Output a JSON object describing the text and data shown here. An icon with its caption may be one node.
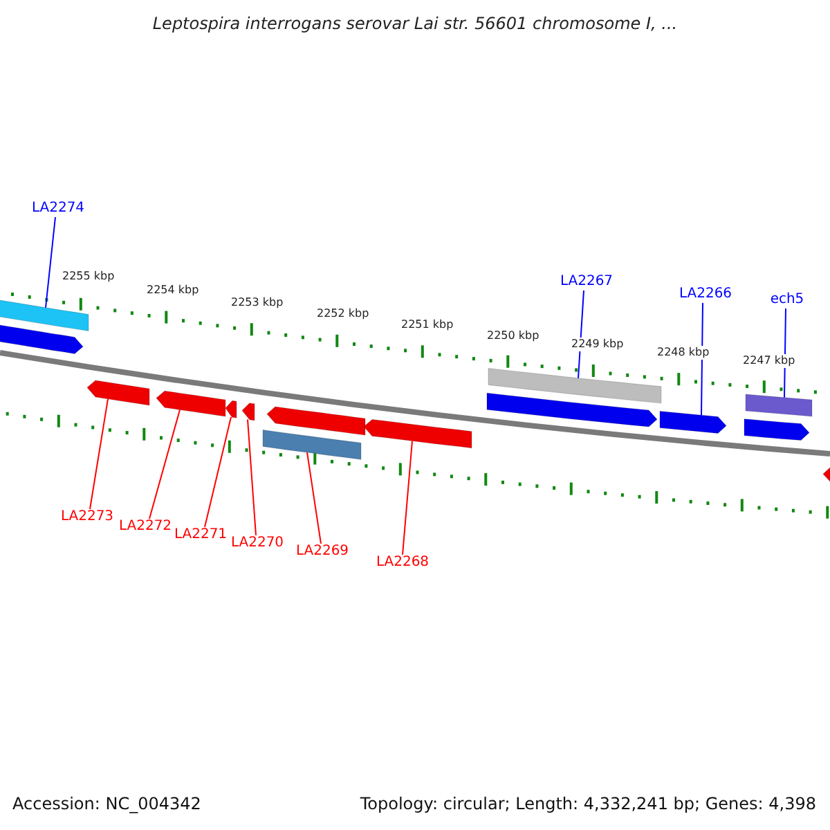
{
  "diagram": {
    "title": "Leptospira interrogans serovar Lai str. 56601 chromosome I, ...",
    "nodes": [
      {
        "text": [
          "LA2274"
        ]
      },
      {
        "text": [
          "LA2267"
        ]
      },
      {
        "text": [
          "LA2266"
        ]
      },
      {
        "text": [
          "ech5"
        ]
      },
      {
        "text": [
          "LA2273"
        ]
      },
      {
        "text": [
          "LA2272"
        ]
      },
      {
        "text": [
          "LA2271"
        ]
      },
      {
        "text": [
          "LA2270"
        ]
      },
      {
        "text": [
          "LA2269"
        ]
      },
      {
        "text": [
          "LA2268"
        ]
      },
      {
        "text": [],
        "shape": "bar"
      },
      {
        "text": [],
        "shape": "arrow"
      },
      {
        "text": [],
        "shape": "arrow"
      },
      {
        "text": [],
        "shape": "arrow"
      },
      {
        "text": [],
        "shape": "arrow"
      },
      {
        "text": [],
        "shape": "arrow"
      },
      {
        "text": [],
        "shape": "arrow"
      },
      {
        "text": [],
        "shape": "bar"
      },
      {
        "text": [],
        "shape": "arrow"
      },
      {
        "text": [],
        "shape": "bar"
      },
      {
        "text": [],
        "shape": "arrow"
      },
      {
        "text": [],
        "shape": "arrow"
      },
      {
        "text": [],
        "shape": "bar"
      },
      {
        "text": [],
        "shape": "arrow"
      },
      {
        "text": [],
        "shape": "arrow"
      }
    ],
    "edges": [
      {
        "from": 0,
        "to": 10,
        "arrow": "none",
        "color": "#0000ff"
      },
      {
        "from": 1,
        "to": 19,
        "arrow": "none",
        "color": "#0000ff"
      },
      {
        "from": 2,
        "to": 21,
        "arrow": "none",
        "color": "#0000ff"
      },
      {
        "from": 3,
        "to": 22,
        "arrow": "none",
        "color": "#0000ff"
      },
      {
        "from": 4,
        "to": 12,
        "arrow": "none"
      },
      {
        "from": 5,
        "to": 13,
        "arrow": "none"
      },
      {
        "from": 6,
        "to": 14,
        "arrow": "none"
      },
      {
        "from": 7,
        "to": 15,
        "arrow": "none"
      },
      {
        "from": 8,
        "to": 17,
        "arrow": "none"
      },
      {
        "from": 9,
        "to": 18,
        "arrow": "none"
      }
    ],
    "labels": [
      "2255 kbp",
      "2254 kbp",
      "2253 kbp",
      "2252 kbp",
      "2251 kbp",
      "2250 kbp",
      "2249 kbp",
      "2248 kbp",
      "2247 kbp",
      "Accession: NC_004342",
      "Topology: circular; Length: 4,332,241 bp; Genes: 4,398"
    ]
  }
}
